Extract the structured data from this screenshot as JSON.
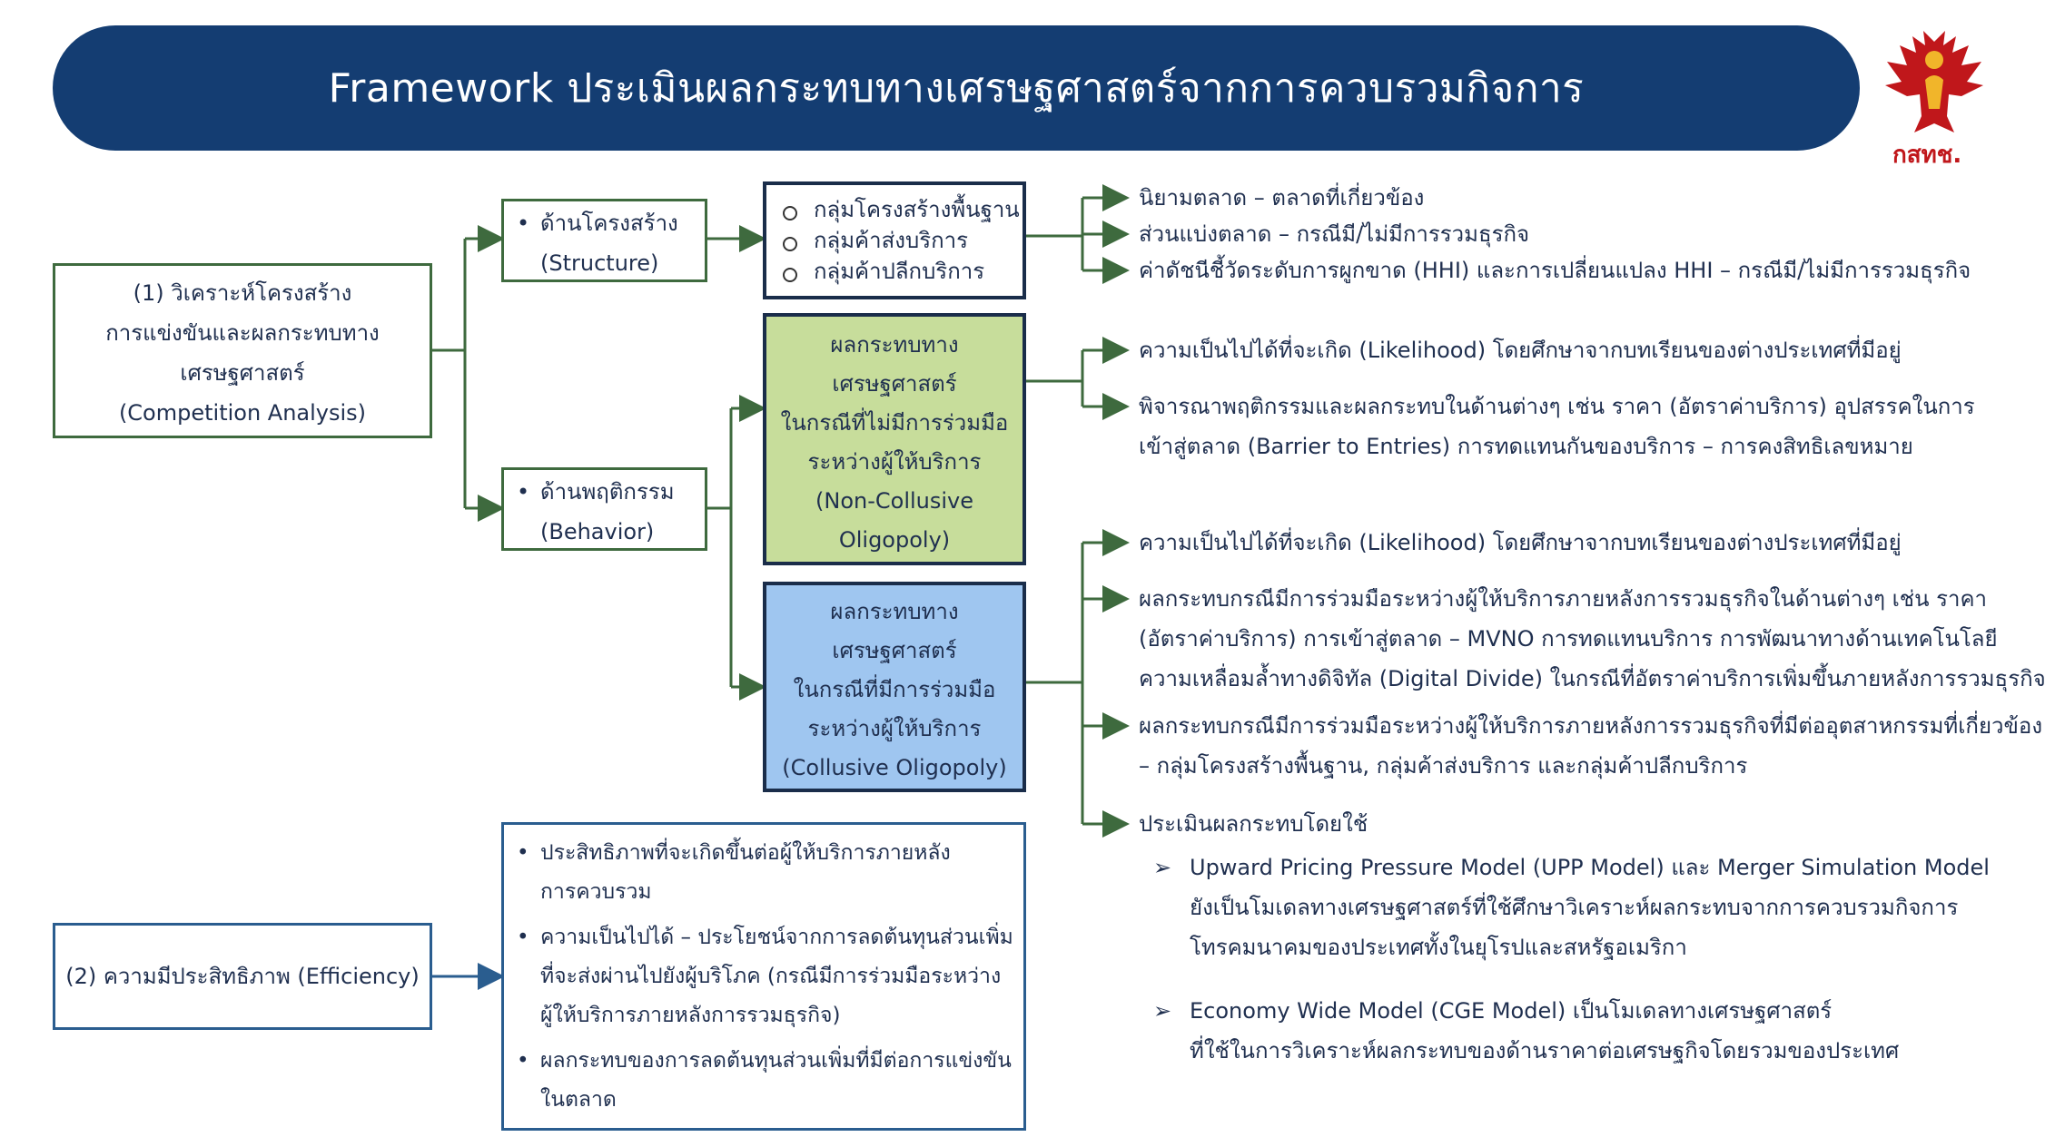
{
  "title": "Framework ประเมินผลกระทบทางเศรษฐศาสตร์จากการควบรวมกิจการ",
  "logo": {
    "text": "กสทช.",
    "icon": "garuda-emblem"
  },
  "left_boxes": {
    "competition": [
      "(1) วิเคราะห์โครงสร้าง",
      "การแข่งขันและผลกระทบทาง",
      "เศรษฐศาสตร์",
      "(Competition Analysis)"
    ],
    "efficiency": "(2) ความมีประสิทธิภาพ (Efficiency)"
  },
  "structure_box": {
    "label": "ด้านโครงสร้าง",
    "sub": "(Structure)"
  },
  "behavior_box": {
    "label": "ด้านพฤติกรรม",
    "sub": "(Behavior)"
  },
  "groups_box": [
    "กลุ่มโครงสร้างพื้นฐาน",
    "กลุ่มค้าส่งบริการ",
    "กลุ่มค้าปลีกบริการ"
  ],
  "non_collusive_box": [
    "ผลกระทบทาง",
    "เศรษฐศาสตร์",
    "ในกรณีที่ไม่มีการร่วมมือ",
    "ระหว่างผู้ให้บริการ",
    "(Non-Collusive",
    "Oligopoly)"
  ],
  "collusive_box": [
    "ผลกระทบทาง",
    "เศรษฐศาสตร์",
    "ในกรณีที่มีการร่วมมือ",
    "ระหว่างผู้ให้บริการ",
    "(Collusive Oligopoly)"
  ],
  "efficiency_box": [
    [
      "ประสิทธิภาพที่จะเกิดขึ้นต่อผู้ให้บริการภายหลัง",
      "การควบรวม"
    ],
    [
      "ความเป็นไปได้ – ประโยชน์จากการลดต้นทุนส่วนเพิ่ม",
      "ที่จะส่งผ่านไปยังผู้บริโภค (กรณีมีการร่วมมือระหว่าง",
      "ผู้ให้บริการภายหลังการรวมธุรกิจ)"
    ],
    [
      "ผลกระทบของการลดต้นทุนส่วนเพิ่มที่มีต่อการแข่งขัน",
      "ในตลาด"
    ]
  ],
  "structure_items": [
    "นิยามตลาด – ตลาดที่เกี่ยวข้อง",
    "ส่วนแบ่งตลาด – กรณีมี/ไม่มีการรวมธุรกิจ",
    "ค่าดัชนีชี้วัดระดับการผูกขาด (HHI) และการเปลี่ยนแปลง HHI – กรณีมี/ไม่มีการรวมธุรกิจ"
  ],
  "non_collusive_items": [
    [
      "ความเป็นไปได้ที่จะเกิด (Likelihood) โดยศึกษาจากบทเรียนของต่างประเทศที่มีอยู่"
    ],
    [
      "พิจารณาพฤติกรรมและผลกระทบในด้านต่างๆ เช่น ราคา (อัตราค่าบริการ) อุปสรรคในการ",
      "เข้าสู่ตลาด (Barrier to Entries) การทดแทนกันของบริการ – การคงสิทธิเลขหมาย"
    ]
  ],
  "collusive_items": [
    [
      "ความเป็นไปได้ที่จะเกิด (Likelihood) โดยศึกษาจากบทเรียนของต่างประเทศที่มีอยู่"
    ],
    [
      "ผลกระทบกรณีมีการร่วมมือระหว่างผู้ให้บริการภายหลังการรวมธุรกิจในด้านต่างๆ เช่น ราคา",
      "(อัตราค่าบริการ) การเข้าสู่ตลาด – MVNO การทดแทนบริการ การพัฒนาทางด้านเทคโนโลยี",
      "ความเหลื่อมล้ำทางดิจิทัล (Digital Divide) ในกรณีที่อัตราค่าบริการเพิ่มขึ้นภายหลังการรวมธุรกิจ"
    ],
    [
      "ผลกระทบกรณีมีการร่วมมือระหว่างผู้ให้บริการภายหลังการรวมธุรกิจที่มีต่ออุตสาหกรรมที่เกี่ยวข้อง",
      "– กลุ่มโครงสร้างพื้นฐาน, กลุ่มค้าส่งบริการ และกลุ่มค้าปลีกบริการ"
    ],
    [
      "ประเมินผลกระทบโดยใช้"
    ]
  ],
  "models": [
    [
      "Upward Pricing Pressure Model (UPP Model) และ Merger Simulation Model",
      "ยังเป็นโมเดลทางเศรษฐศาสตร์ที่ใช้ศึกษาวิเคราะห์ผลกระทบจากการควบรวมกิจการ",
      "โทรคมนาคมของประเทศทั้งในยุโรปและสหรัฐอเมริกา"
    ],
    [
      "Economy Wide Model (CGE Model) เป็นโมเดลทางเศรษฐศาสตร์",
      "ที่ใช้ในการวิเคราะห์ผลกระทบของด้านราคาต่อเศรษฐกิจโดยรวมของประเทศ"
    ]
  ],
  "colors": {
    "banner": "#143d72",
    "green_box": "#c7dd9b",
    "blue_box": "#9fc6f0",
    "connector": "#3e6a3e",
    "efficiency_border": "#2a5d8f",
    "logo_red": "#c0171b"
  }
}
